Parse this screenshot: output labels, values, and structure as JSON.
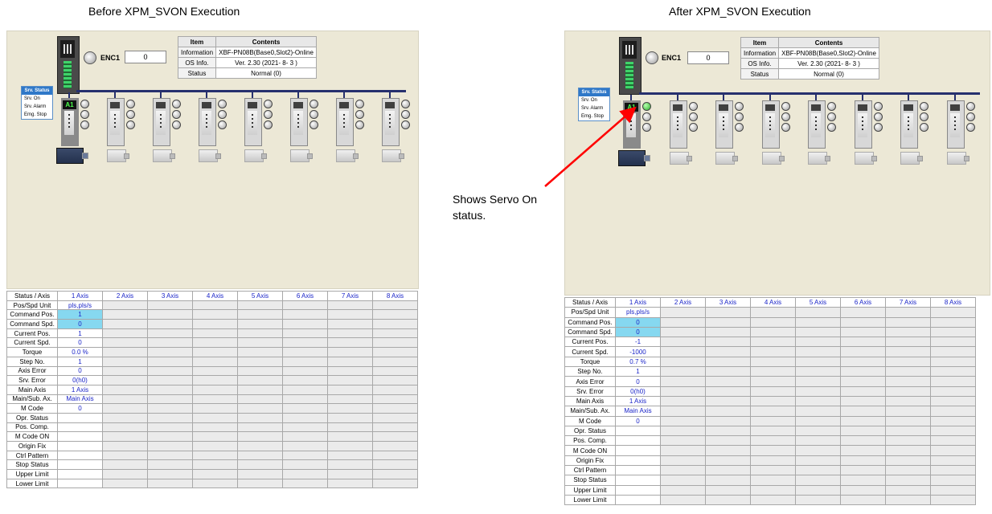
{
  "captions": {
    "before": "Before XPM_SVON Execution",
    "after": "After XPM_SVON Execution"
  },
  "annotation": {
    "line1": "Shows Servo On",
    "line2": "status."
  },
  "encoder": {
    "label": "ENC1",
    "value": "0"
  },
  "info_table": {
    "header": [
      "Item",
      "Contents"
    ],
    "rows": [
      {
        "item": "Information",
        "content": "XBF-PN08B(Base0,Slot2)-Online"
      },
      {
        "item": "OS Info.",
        "content": "Ver.  2.30 (2021- 8- 3 )"
      },
      {
        "item": "Status",
        "content": "Normal (0)"
      }
    ]
  },
  "servo_panel": {
    "title": "Srv. Status",
    "items": [
      "Srv. On",
      "Srv. Alarm",
      "Emg. Stop"
    ]
  },
  "axis_label": "A1",
  "axis_headers": [
    "Status / Axis",
    "1 Axis",
    "2 Axis",
    "3 Axis",
    "4 Axis",
    "5 Axis",
    "6 Axis",
    "7 Axis",
    "8 Axis"
  ],
  "row_labels": [
    "Pos/Spd Unit",
    "Command Pos.",
    "Command Spd.",
    "Current Pos.",
    "Current Spd.",
    "Torque",
    "Step No.",
    "Axis Error",
    "Srv. Error",
    "Main Axis",
    "Main/Sub. Ax.",
    "M Code",
    "Opr. Status",
    "Pos. Comp.",
    "M Code ON",
    "Origin Fix",
    "Ctrl Pattern",
    "Stop Status",
    "Upper Limit",
    "Lower Limit"
  ],
  "before": {
    "axis1": [
      "pls,pls/s",
      "1",
      "0",
      "1",
      "0",
      "0.0 %",
      "1",
      "0",
      "0(h0)",
      "1 Axis",
      "Main Axis",
      "0",
      "",
      "",
      "",
      "",
      "",
      "",
      "",
      ""
    ],
    "servo_on": false
  },
  "after": {
    "axis1": [
      "pls,pls/s",
      "0",
      "0",
      "-1",
      "-1000",
      "0.7 %",
      "1",
      "0",
      "0(h0)",
      "1 Axis",
      "Main Axis",
      "0",
      "",
      "",
      "",
      "",
      "",
      "",
      "",
      ""
    ],
    "servo_on": true
  },
  "colors": {
    "monitor_bg": "#ece8d6",
    "highlight": "#86d8f0",
    "value_text": "#1a24c8",
    "arrow": "#ff0000",
    "led_on": "#2cb02c"
  }
}
